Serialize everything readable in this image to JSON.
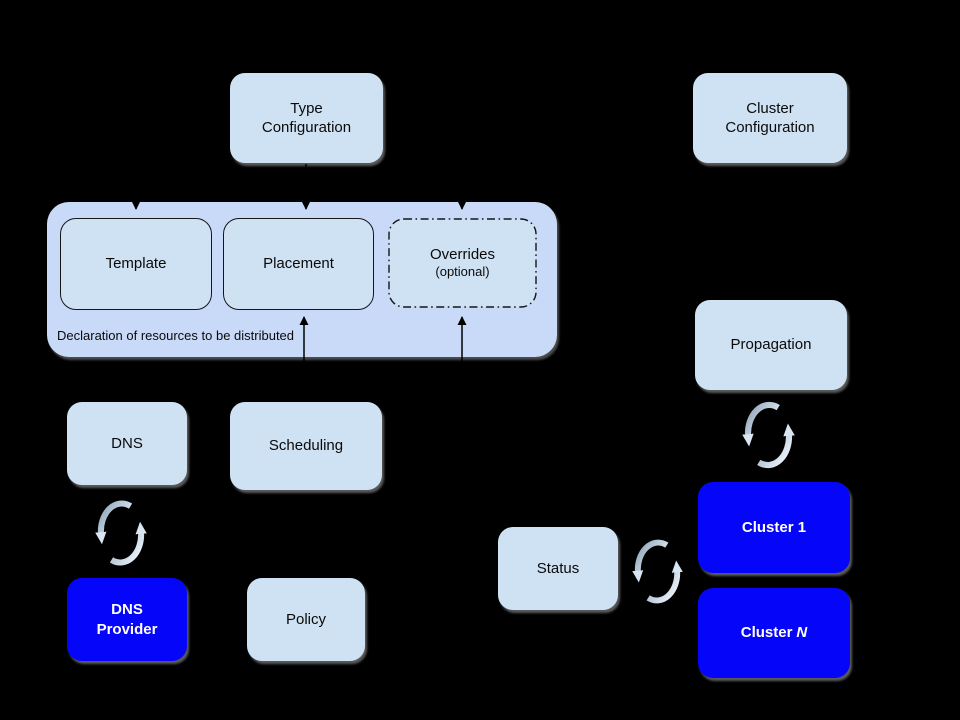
{
  "diagram": {
    "background": "#000000",
    "colors": {
      "background": "#000000",
      "box_fill": "#cfe2f3",
      "container_fill": "#c9daf8",
      "cluster_fill": "#0505fa",
      "text_dark": "#0a0a0a",
      "text_light": "#ffffff",
      "connector": "#000000",
      "sync_light": "#dce8f4",
      "sync_dark": "#93a3b2"
    },
    "nodes": {
      "type_config": {
        "line1": "Type",
        "line2": "Configuration"
      },
      "cluster_config": {
        "line1": "Cluster",
        "line2": "Configuration"
      },
      "template": {
        "label": "Template"
      },
      "placement": {
        "label": "Placement"
      },
      "overrides": {
        "label": "Overrides",
        "sublabel": "(optional)"
      },
      "resource_container": {
        "caption": "Declaration of resources to be distributed"
      },
      "dns": {
        "label": "DNS"
      },
      "scheduling": {
        "label": "Scheduling"
      },
      "dns_provider": {
        "line1": "DNS",
        "line2": "Provider"
      },
      "policy": {
        "label": "Policy"
      },
      "status": {
        "label": "Status"
      },
      "propagation": {
        "label": "Propagation"
      },
      "cluster_1": {
        "label": "Cluster 1"
      },
      "cluster_n": {
        "prefix": "Cluster",
        "suffix": "N"
      }
    },
    "icons": {
      "dns_sync": "sync-arrows-icon",
      "status_sync": "sync-arrows-icon",
      "propagation_sync": "sync-arrows-icon"
    }
  }
}
